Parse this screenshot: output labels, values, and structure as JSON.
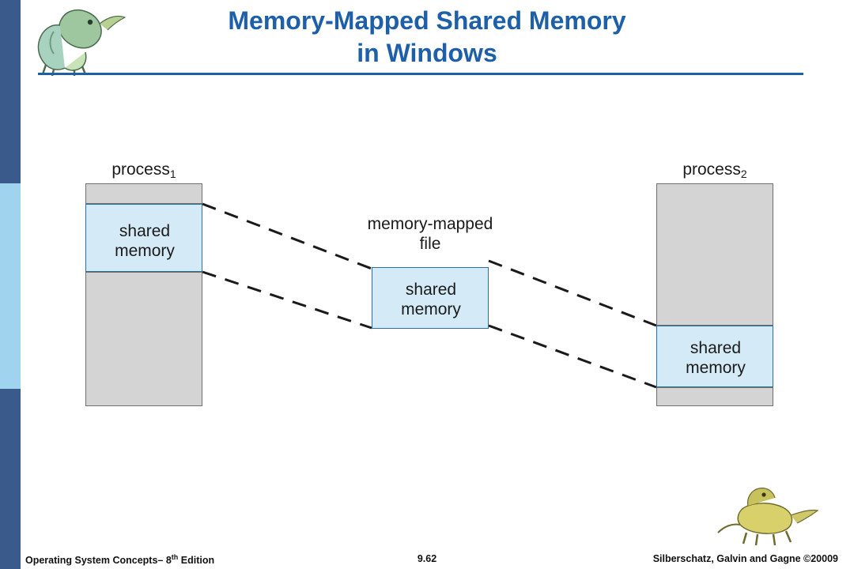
{
  "slide": {
    "title_line1": "Memory-Mapped Shared Memory",
    "title_line2": "in Windows",
    "title_color": "#1d5fa8"
  },
  "diagram": {
    "process1_label": "process",
    "process1_sub": "1",
    "process2_label": "process",
    "process2_sub": "2",
    "shared_memory_p1": "shared\nmemory",
    "shared_memory_center": "shared\nmemory",
    "shared_memory_p2": "shared\nmemory",
    "memory_mapped_file": "memory-mapped\nfile",
    "colors": {
      "gray_fill": "#d4d4d4",
      "gray_border": "#6e6e6e",
      "blue_fill": "#d5eaf7",
      "blue_border": "#2b6ea8",
      "dash_stroke": "#1a1a1a"
    }
  },
  "footer": {
    "left_text": "Operating System Concepts",
    "left_dash": "– 8",
    "left_sup": "th",
    "left_edition": " Edition",
    "page_number": "9.62",
    "right_text": "Silberschatz, Galvin and Gagne ©20009"
  }
}
